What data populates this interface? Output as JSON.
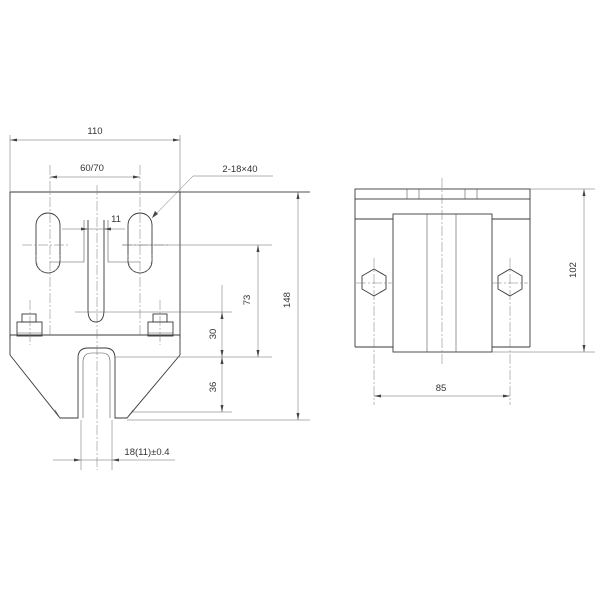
{
  "drawing": {
    "front_view": {
      "dimensions": {
        "overall_width": "110",
        "slot_spacing": "60/70",
        "slot_callout": "2-18×40",
        "center_slot_width": "11",
        "overall_height": "148",
        "slot_to_base_height": "73",
        "base_to_jaw_height": "30",
        "jaw_depth": "36",
        "jaw_opening": "18(11)±0.4"
      }
    },
    "side_view": {
      "dimensions": {
        "height": "102",
        "bolt_spacing": "85"
      }
    },
    "colors": {
      "line": "#3a3a3a",
      "dimension": "#666666",
      "background": "#ffffff"
    }
  }
}
